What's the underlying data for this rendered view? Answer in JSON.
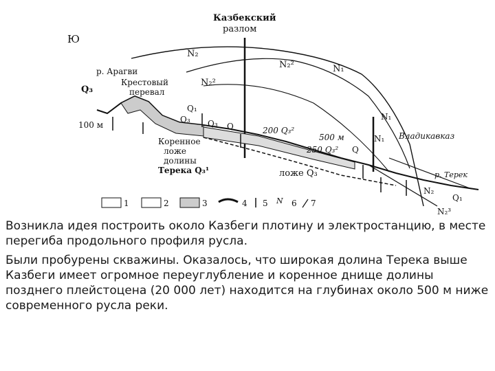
{
  "figure": {
    "north": "Ю",
    "fault_title": "Казбекский разлом",
    "aragvi": "р. Арагви",
    "pass": "Крестовый перевал",
    "q3_left": "Q₃",
    "depth_100": "100 м",
    "bedrock": "Коренное ложе долины Терека Q₃¹",
    "n_top": "N₂",
    "n2_fault": "N₂²",
    "n1_right": "N₁",
    "n2_mid": "N₂²",
    "q_mid": "Q₁",
    "q3_mid": "Q₃",
    "q2_mid": "Q₃",
    "q_small": "Q",
    "depth_200": "200 Q₃²",
    "depth_500": "500 м",
    "depth_250": "250 Q₃²",
    "q_right": "Q",
    "lozhe": "ложе Q₃",
    "n1_fault2": "N₁",
    "n_small": "N₁",
    "vladikavkaz": "Владикавказ",
    "terek": "р. Терек",
    "q1_right": "Q₁",
    "n2_bottom": "N₂",
    "n2_right": "N₂³",
    "legend": [
      "1",
      "2",
      "3",
      "4",
      "5",
      "6",
      "7"
    ]
  },
  "text": {
    "p1": "Возникла идея построить около Казбеги плотину и электростанцию, в месте перегиба продольного профиля русла.",
    "p2": "Были пробурены скважины. Оказалось, что широкая долина Терека выше Казбеги имеет огромное переуглубление и коренное днище долины позднего плейстоцена (20 000 лет) находится на глубинах около 500 м ниже современного русла реки."
  }
}
